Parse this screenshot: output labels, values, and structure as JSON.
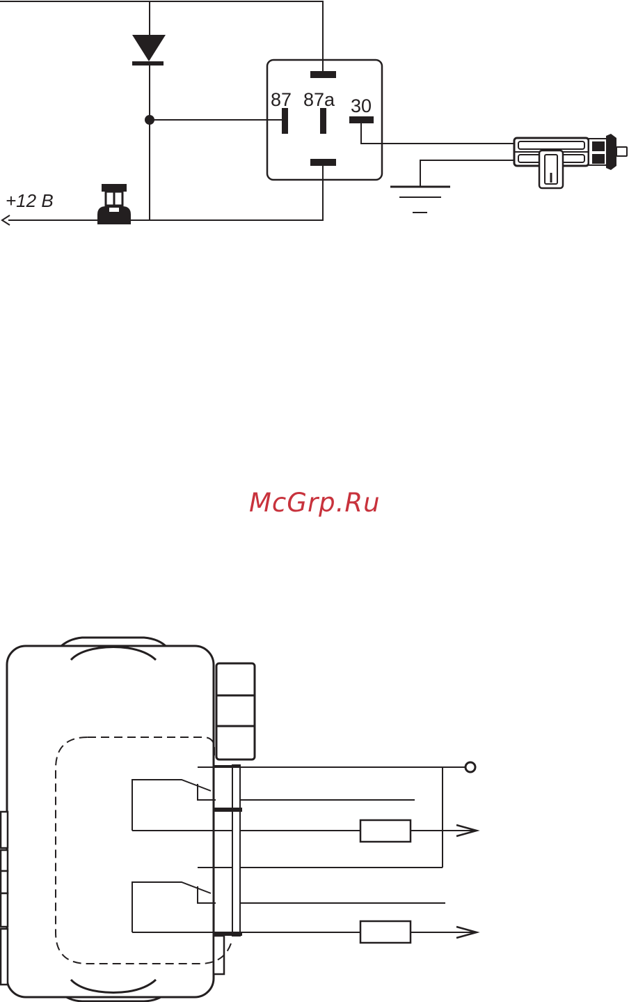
{
  "relay_circuit": {
    "pins": {
      "pin87": "87",
      "pin87a": "87a",
      "pin30": "30"
    },
    "supply_label": "+12 B"
  },
  "watermark": {
    "text": "McGrp.Ru",
    "color": "#c8323c"
  },
  "colors": {
    "line": "#231f20",
    "background": "#ffffff"
  },
  "icons": [
    "diode-icon",
    "fuse-icon",
    "ground-icon",
    "relay-icon",
    "door-lock-actuator-icon",
    "alarm-unit-icon",
    "resistor-icon",
    "arrow-icon"
  ]
}
